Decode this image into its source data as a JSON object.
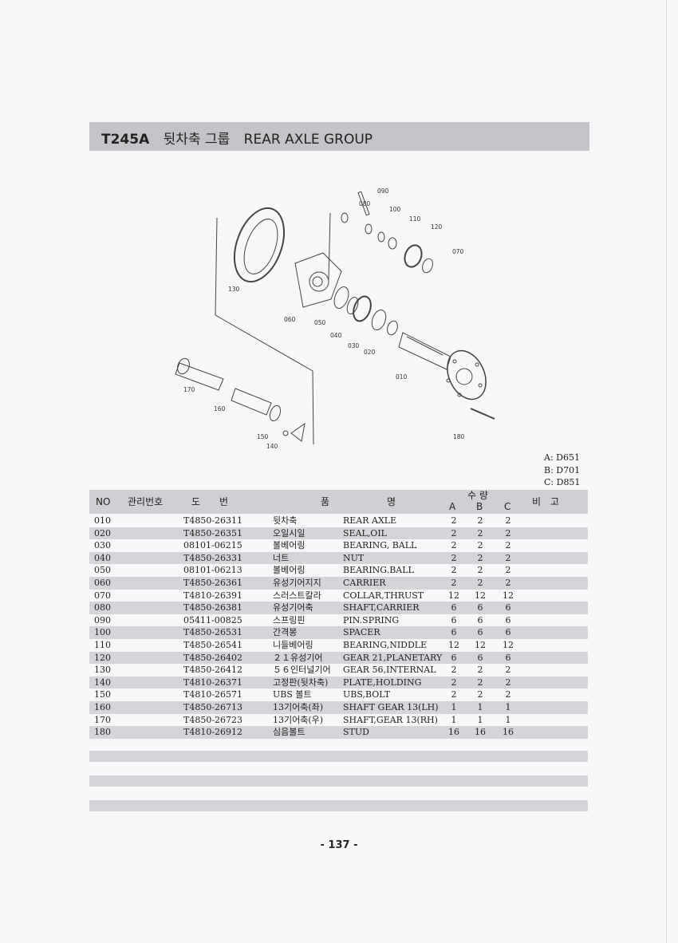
{
  "header": {
    "code": "T245A",
    "title_ko": "뒷차축 그룹",
    "title_en": "REAR AXLE GROUP"
  },
  "diagram": {
    "callouts": [
      "090",
      "080",
      "100",
      "110",
      "120",
      "070",
      "130",
      "060",
      "050",
      "040",
      "030",
      "020",
      "010",
      "170",
      "160",
      "150",
      "140",
      "180"
    ]
  },
  "models": [
    "A: D651",
    "B: D701",
    "C: D851"
  ],
  "table": {
    "headers": {
      "no": "NO",
      "code": "관리번호",
      "drawing": "도　　번",
      "name": "품　　　　　　명",
      "qty": "수 량",
      "a": "A",
      "b": "B",
      "c": "C",
      "remark": "비　고"
    },
    "rows": [
      {
        "no": "010",
        "pn": "T4850-26311",
        "ko": "뒷차축",
        "en": "REAR AXLE",
        "a": "2",
        "b": "2",
        "c": "2"
      },
      {
        "no": "020",
        "pn": "T4850-26351",
        "ko": "오일시일",
        "en": "SEAL,OIL",
        "a": "2",
        "b": "2",
        "c": "2"
      },
      {
        "no": "030",
        "pn": "08101-06215",
        "ko": "볼베어링",
        "en": "BEARING, BALL",
        "a": "2",
        "b": "2",
        "c": "2"
      },
      {
        "no": "040",
        "pn": "T4850-26331",
        "ko": "너트",
        "en": "NUT",
        "a": "2",
        "b": "2",
        "c": "2"
      },
      {
        "no": "050",
        "pn": "08101-06213",
        "ko": "볼베어링",
        "en": "BEARING.BALL",
        "a": "2",
        "b": "2",
        "c": "2"
      },
      {
        "no": "060",
        "pn": "T4850-26361",
        "ko": "유성기어지지",
        "en": "CARRIER",
        "a": "2",
        "b": "2",
        "c": "2"
      },
      {
        "no": "070",
        "pn": "T4810-26391",
        "ko": "스러스트칼라",
        "en": "COLLAR,THRUST",
        "a": "12",
        "b": "12",
        "c": "12"
      },
      {
        "no": "080",
        "pn": "T4850-26381",
        "ko": "유성기어축",
        "en": "SHAFT,CARRIER",
        "a": "6",
        "b": "6",
        "c": "6"
      },
      {
        "no": "090",
        "pn": "05411-00825",
        "ko": "스프링핀",
        "en": "PIN.SPRING",
        "a": "6",
        "b": "6",
        "c": "6"
      },
      {
        "no": "100",
        "pn": "T4850-26531",
        "ko": "간격봉",
        "en": "SPACER",
        "a": "6",
        "b": "6",
        "c": "6"
      },
      {
        "no": "110",
        "pn": "T4850-26541",
        "ko": "니들베어링",
        "en": "BEARING,NIDDLE",
        "a": "12",
        "b": "12",
        "c": "12"
      },
      {
        "no": "120",
        "pn": "T4850-26402",
        "ko": "２１유성기어",
        "en": "GEAR 21,PLANETARY",
        "a": "6",
        "b": "6",
        "c": "6"
      },
      {
        "no": "130",
        "pn": "T4850-26412",
        "ko": "５６인터널기어",
        "en": "GEAR 56,INTERNAL",
        "a": "2",
        "b": "2",
        "c": "2"
      },
      {
        "no": "140",
        "pn": "T4810-26371",
        "ko": "고정판(뒷차축)",
        "en": "PLATE,HOLDING",
        "a": "2",
        "b": "2",
        "c": "2"
      },
      {
        "no": "150",
        "pn": "T4810-26571",
        "ko": "UBS 볼트",
        "en": "UBS,BOLT",
        "a": "2",
        "b": "2",
        "c": "2"
      },
      {
        "no": "160",
        "pn": "T4850-26713",
        "ko": "13기어축(좌)",
        "en": "SHAFT GEAR 13(LH)",
        "a": "1",
        "b": "1",
        "c": "1"
      },
      {
        "no": "170",
        "pn": "T4850-26723",
        "ko": "13기어축(우)",
        "en": "SHAFT,GEAR 13(RH)",
        "a": "1",
        "b": "1",
        "c": "1"
      },
      {
        "no": "180",
        "pn": "T4810-26912",
        "ko": "심음볼트",
        "en": "STUD",
        "a": "16",
        "b": "16",
        "c": "16"
      }
    ]
  },
  "page_number": "- 137 -"
}
